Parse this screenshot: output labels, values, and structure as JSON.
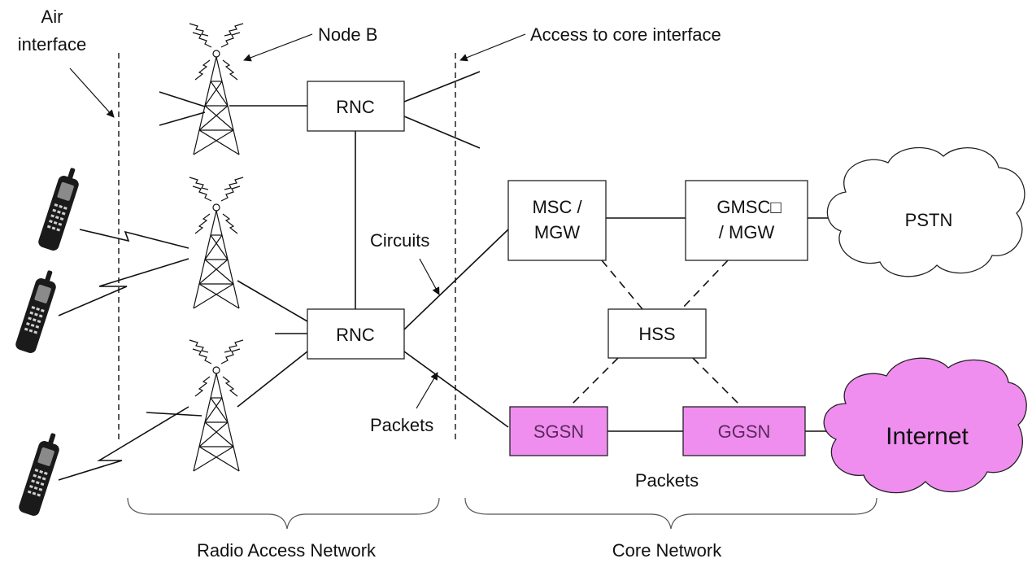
{
  "labels": {
    "air_interface_line1": "Air",
    "air_interface_line2": "interface",
    "node_b": "Node B",
    "access_to_core_interface": "Access to core interface",
    "circuits": "Circuits",
    "packets_ran": "Packets",
    "packets_core": "Packets",
    "radio_access_network": "Radio Access Network",
    "core_network": "Core Network"
  },
  "nodes": {
    "rnc_top": "RNC",
    "rnc_bottom": "RNC",
    "msc_line1": "MSC /",
    "msc_line2": "MGW",
    "gmsc_line1": "GMSC□",
    "gmsc_line2": "/ MGW",
    "hss": "HSS",
    "sgsn": "SGSN",
    "ggsn": "GGSN",
    "pstn": "PSTN",
    "internet": "Internet"
  },
  "colors": {
    "packet_nodes_fill": "#f08ef0",
    "line": "#111111"
  }
}
